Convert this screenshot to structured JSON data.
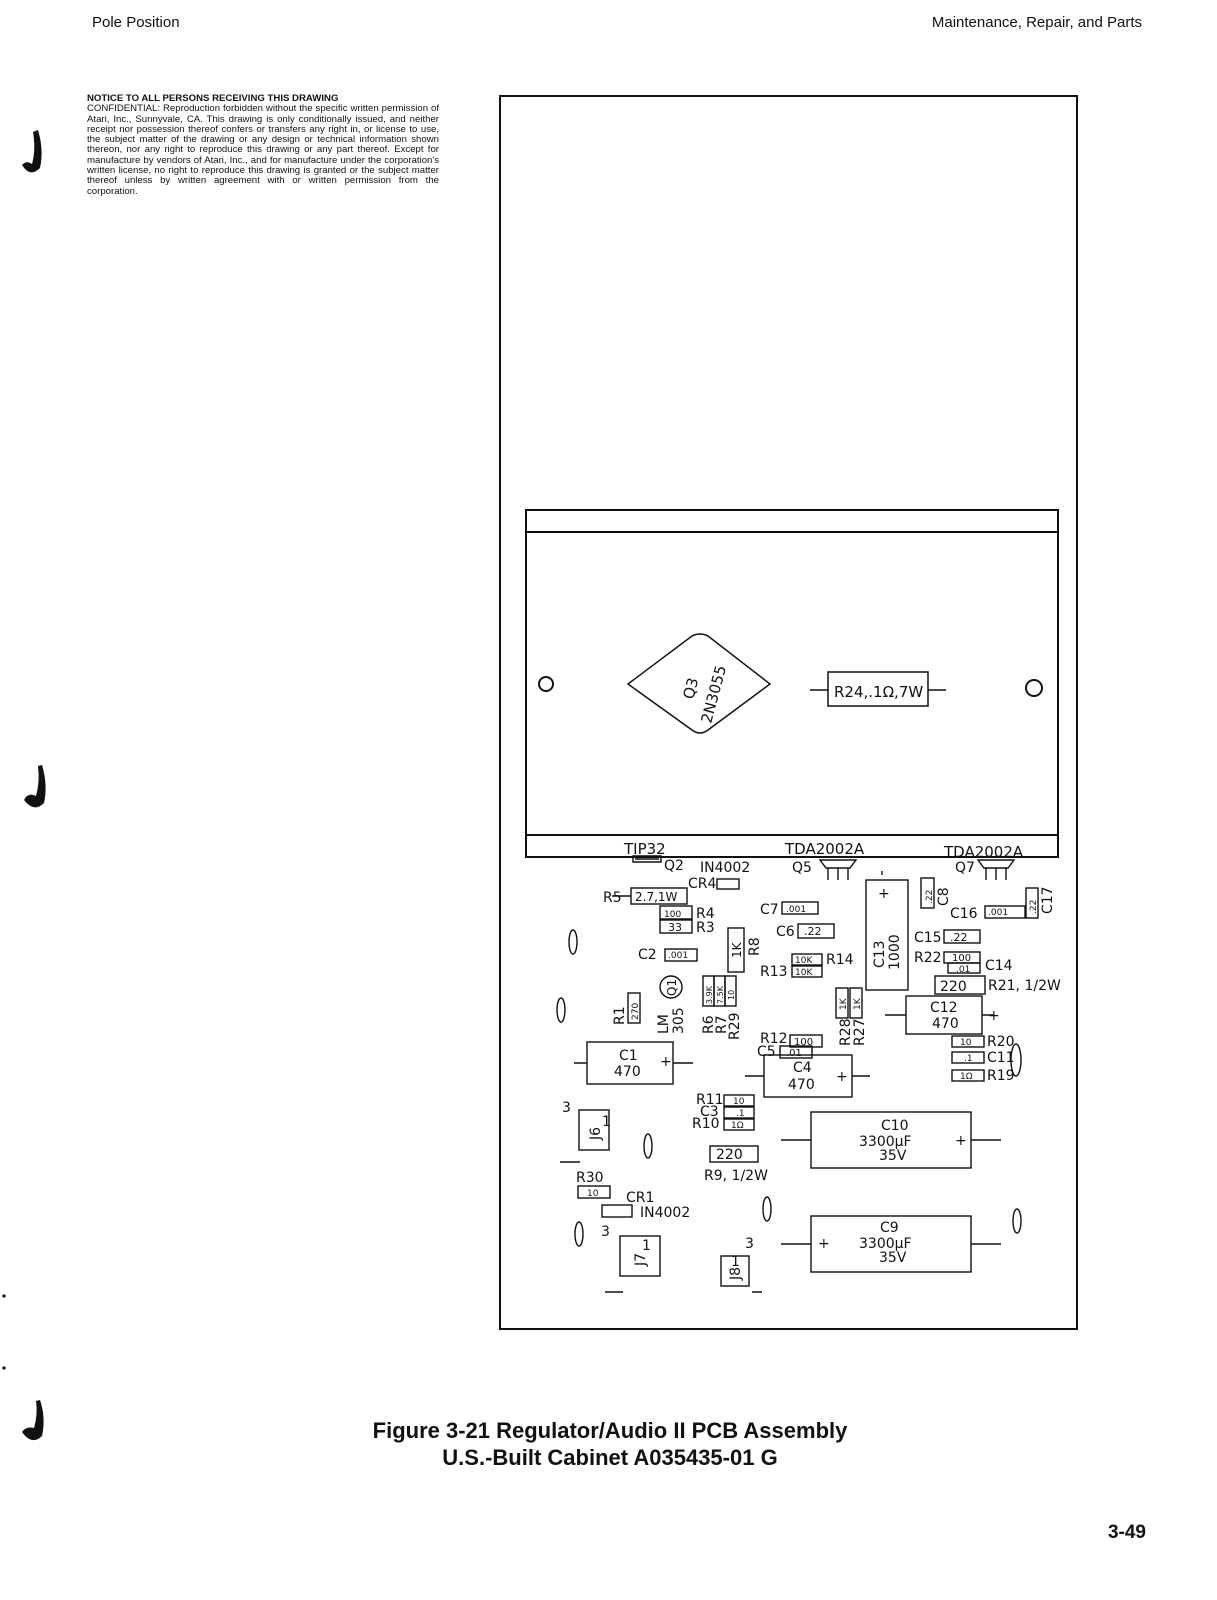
{
  "header": {
    "left": "Pole Position",
    "right": "Maintenance, Repair, and Parts"
  },
  "notice": {
    "title": "NOTICE TO ALL PERSONS RECEIVING THIS DRAWING",
    "body": "CONFIDENTIAL: Reproduction forbidden without the specific written permission of Atari, Inc., Sunnyvale, CA. This drawing is only conditionally issued, and neither receipt nor possession thereof confers or transfers any right in, or license to use, the subject matter of the drawing or any design or technical information shown thereon, nor any right to reproduce this drawing or any part thereof. Except for manufacture by vendors of Atari, Inc., and for manufacture under the corporation's written license, no right to reproduce this drawing is granted or the subject matter thereof unless by written agreement with or written permission from the corporation."
  },
  "board": {
    "heatsink": {
      "q3_line1": "Q3",
      "q3_line2": "2N3055",
      "r24": "R24,.1Ω,7W",
      "tip32": "TIP32",
      "tda_a": "TDA2002A",
      "tda_b": "TDA2002A"
    },
    "labels": {
      "q2": "Q2",
      "in4002_top": "IN4002",
      "q5": "Q5",
      "q7": "Q7",
      "cr4": "CR4",
      "r5": "R5",
      "r5_val": "2.7,1W",
      "r4": "R4",
      "r4_val": "100",
      "r3": "R3",
      "r3_val": "33",
      "c7": "C7",
      "c7_val": ".001",
      "c6": "C6",
      "c6_val": ".22",
      "c8": "C8",
      "c8_val": ".22",
      "c16": "C16",
      "c16_val": ".001",
      "c17": "C17",
      "c17_val": ".22",
      "c15": "C15",
      "c15_val": ".22",
      "r22": "R22",
      "r22_val": "100",
      "c14": "C14",
      "c14_val": ".01",
      "r21": "R21, 1/2W",
      "r21_val": "220",
      "c2": "C2",
      "c2_val": ".001",
      "r8": "R8",
      "r8_val": "1K",
      "r14": "R14",
      "r14_val": "10K",
      "r13": "R13",
      "r13_val": "10K",
      "c13": "C13",
      "c13_val": "1000",
      "c12": "C12",
      "c12_val": "470",
      "q1": "Q1",
      "lm305": "LM",
      "lm305b": "305",
      "r1": "R1",
      "r1_val": "270",
      "r6": "R6",
      "r6_val": "3.9K",
      "r7": "R7",
      "r7_val": "7.5K",
      "r29": "R29",
      "r29_val": "10",
      "r28": "R28",
      "r28_val": "1K",
      "r27": "R27",
      "r27_val": "1K",
      "r12": "R12",
      "r12_val": "100",
      "c5": "C5",
      "c5_val": ".01",
      "r20": "R20",
      "r20_val": "10",
      "c11": "C11",
      "c11_val": ".1",
      "r19": "R19",
      "r19_val": "1Ω",
      "c1": "C1",
      "c1_val": "470",
      "c4": "C4",
      "c4_val": "470",
      "r11": "R11",
      "r11_val": "10",
      "c3": "C3",
      "c3_val": ".1",
      "r10": "R10",
      "r10_val": "1Ω",
      "j6": "J6",
      "r9_val": "220",
      "r9": "R9, 1/2W",
      "c10": "C10",
      "c10_val": "3300µF",
      "c10_v": "35V",
      "r30": "R30",
      "r30_val": "10",
      "cr1": "CR1",
      "in4002_bot": "IN4002",
      "c9": "C9",
      "c9_val": "3300µF",
      "c9_v": "35V",
      "j7": "J7",
      "j8": "J8",
      "pin3a": "3",
      "pin3b": "3",
      "pin3c": "3",
      "pin1a": "1",
      "pin1b": "1",
      "pin1c": "1",
      "plus": "+"
    }
  },
  "caption": {
    "line1": "Figure 3-21 Regulator/Audio II PCB Assembly",
    "line2": "U.S.-Built Cabinet A035435-01  G"
  },
  "page_number": "3-49"
}
